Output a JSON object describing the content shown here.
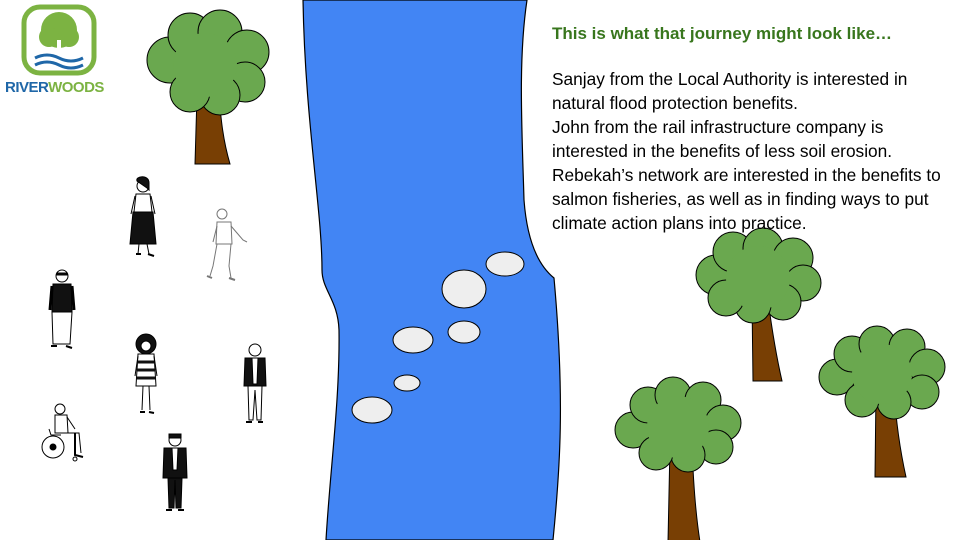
{
  "logo": {
    "text_part1": "RIVER",
    "text_part2": "WOODS"
  },
  "heading": "This is what that journey might look like…",
  "paragraphs": [
    "Sanjay from the Local Authority is interested in natural flood protection benefits.",
    "John from the rail infrastructure company is interested in the benefits of less soil erosion.",
    "Rebekah’s network are interested in the benefits to salmon fisheries, as well as in finding ways to put climate action plans into practice."
  ],
  "colors": {
    "river": "#4285f4",
    "foliage": "#6aa84f",
    "trunk": "#783f04",
    "stepping_stone": "#eeeeee",
    "heading": "#38761d",
    "logo_blue": "#1f67a8",
    "logo_green": "#7cb342"
  },
  "icons": [
    "riverwoods-logo-icon",
    "tree-icon",
    "person-icon",
    "wheelchair-user-icon",
    "stepping-stone-icon"
  ]
}
